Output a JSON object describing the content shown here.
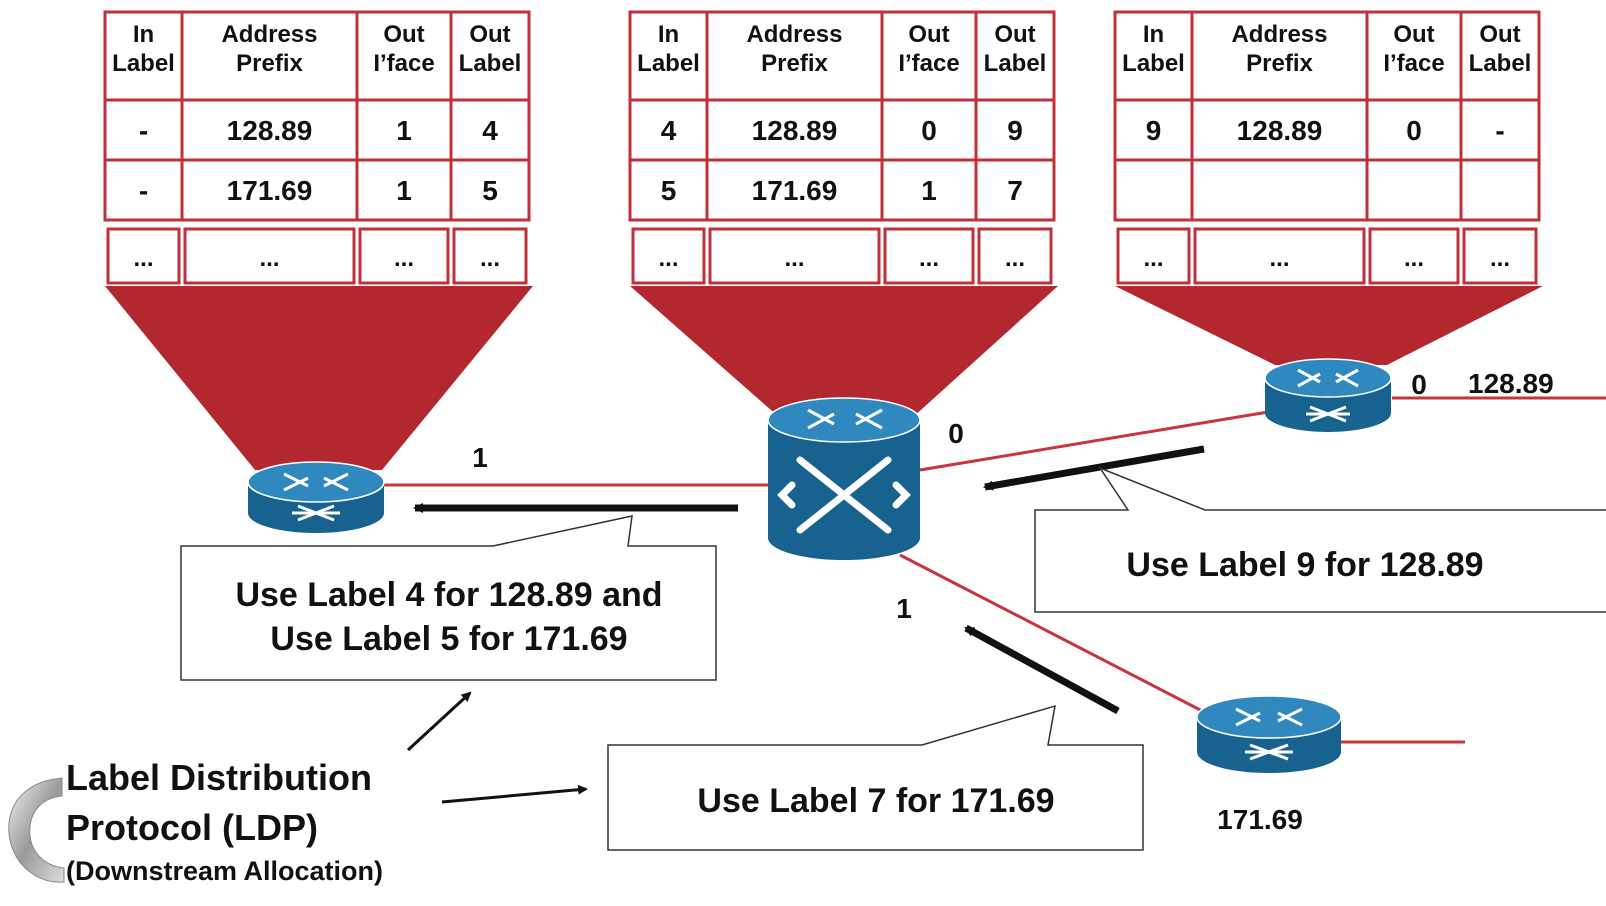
{
  "colors": {
    "table_border": "#c0303a",
    "funnel": "#b3282f",
    "link": "#c8353e",
    "router_top": "#2f89bf",
    "router_side": "#17628f",
    "arrow": "#111111"
  },
  "table_header": {
    "in_label": [
      "In",
      "Label"
    ],
    "address_prefix": [
      "Address",
      "Prefix"
    ],
    "out_iface": [
      "Out",
      "I’face"
    ],
    "out_label": [
      "Out",
      "Label"
    ]
  },
  "tables": [
    {
      "rows": [
        [
          "-",
          "128.89",
          "1",
          "4"
        ],
        [
          "-",
          "171.69",
          "1",
          "5"
        ]
      ],
      "ellipsis": [
        "...",
        "...",
        "...",
        "..."
      ]
    },
    {
      "rows": [
        [
          "4",
          "128.89",
          "0",
          "9"
        ],
        [
          "5",
          "171.69",
          "1",
          "7"
        ]
      ],
      "ellipsis": [
        "...",
        "...",
        "...",
        "..."
      ]
    },
    {
      "rows": [
        [
          "9",
          "128.89",
          "0",
          "-"
        ],
        [
          "",
          "",
          "",
          ""
        ]
      ],
      "ellipsis": [
        "...",
        "...",
        "...",
        "..."
      ]
    }
  ],
  "router_icons": [
    "router-icon",
    "atm-switch-icon",
    "router-icon",
    "router-icon"
  ],
  "interface_labels": {
    "left_link": "1",
    "core_to_right": "0",
    "core_to_bottom": "1",
    "right_out": "0"
  },
  "network_labels": {
    "right_prefix": "128.89",
    "bottom_prefix": "171.69"
  },
  "callouts": {
    "left_line1": "Use Label 4 for 128.89 and",
    "left_line2": "Use Label 5 for 171.69",
    "right": "Use Label 9 for 128.89",
    "bottom": "Use Label 7 for 171.69"
  },
  "ldp": {
    "line1": "Label Distribution",
    "line2": "Protocol (LDP)",
    "line3": "(Downstream Allocation)"
  }
}
